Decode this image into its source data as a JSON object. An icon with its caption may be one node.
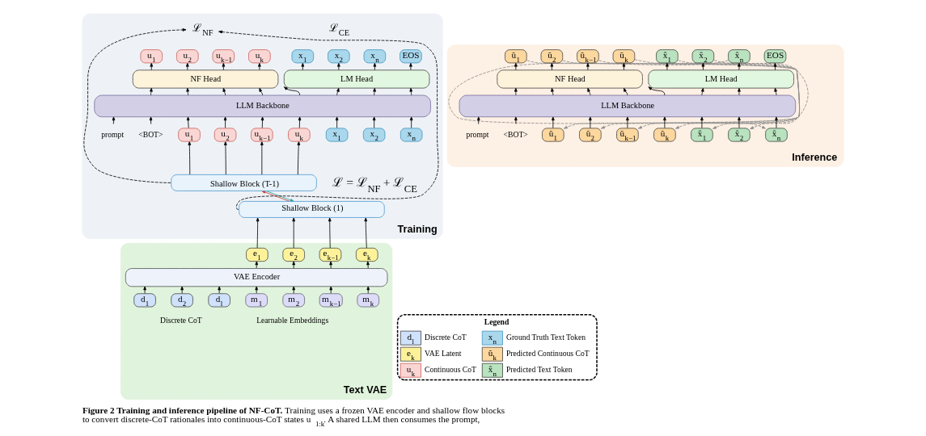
{
  "diagram": {
    "caption": "**Figure 2 Training and inference pipeline of NF-CoT.** Training uses a frozen VAE encoder and shallow flow blocks to convert discrete-CoT rationales into continuous-CoT states u$_{1:k}$. A shared LLM then consumes the prompt,",
    "nodes": [
      {
        "text": [
          "Training"
        ]
      },
      {
        "text": [
          "ℒ$_{NF}$"
        ],
        "in": 0
      },
      {
        "text": [
          "u$_{1}$"
        ],
        "in": 0
      },
      {
        "text": [
          "u$_{2}$"
        ],
        "in": 0
      },
      {
        "text": [
          "u$_{k−1}$"
        ],
        "in": 0
      },
      {
        "text": [
          "u$_{k}$"
        ],
        "in": 0
      },
      {
        "text": [
          "x$_{1}$"
        ],
        "in": 0
      },
      {
        "text": [
          "x$_{2}$"
        ],
        "in": 0
      },
      {
        "text": [
          "x$_{n}$"
        ],
        "in": 0
      },
      {
        "text": [
          "EOS"
        ],
        "in": 0
      },
      {
        "text": [
          "NF Head"
        ],
        "in": 0
      },
      {
        "text": [
          "LM Head"
        ],
        "in": 0
      },
      {
        "text": [
          "LLM Backbone"
        ],
        "in": 0
      },
      {
        "text": [
          "prompt"
        ],
        "in": 0
      },
      {
        "text": [
          "<BOT>"
        ],
        "in": 0
      },
      {
        "text": [
          "u$_{1}$"
        ],
        "in": 0
      },
      {
        "text": [
          "u$_{2}$"
        ],
        "in": 0
      },
      {
        "text": [
          "u$_{k−1}$"
        ],
        "in": 0
      },
      {
        "text": [
          "u$_{k}$"
        ],
        "in": 0
      },
      {
        "text": [
          "x$_{1}$"
        ],
        "in": 0
      },
      {
        "text": [
          "x$_{2}$"
        ],
        "in": 0
      },
      {
        "text": [
          "x$_{n}$"
        ],
        "in": 0
      },
      {
        "text": [
          "Shallow Block (T-1)"
        ],
        "in": 0
      },
      {
        "text": [
          "Shallow Block (1)"
        ],
        "in": 0
      },
      {
        "text": [
          "Inference"
        ]
      },
      {
        "text": [
          "ũ$_{1}$"
        ],
        "in": 24
      },
      {
        "text": [
          "ũ$_{2}$"
        ],
        "in": 24
      },
      {
        "text": [
          "ũ$_{k−1}$"
        ],
        "in": 24
      },
      {
        "text": [
          "ũ$_{k}$"
        ],
        "in": 24
      },
      {
        "text": [
          "x̂$_{1}$"
        ],
        "in": 24
      },
      {
        "text": [
          "x̂$_{2}$"
        ],
        "in": 24
      },
      {
        "text": [
          "x̂$_{n}$"
        ],
        "in": 24
      },
      {
        "text": [
          "EOS"
        ],
        "in": 24
      },
      {
        "text": [
          "NF Head"
        ],
        "in": 24
      },
      {
        "text": [
          "LM Head"
        ],
        "in": 24
      },
      {
        "text": [
          "LLM Backbone"
        ],
        "in": 24
      },
      {
        "text": [
          "prompt"
        ],
        "in": 24
      },
      {
        "text": [
          "<BOT>"
        ],
        "in": 24
      },
      {
        "text": [
          "ũ$_{1}$"
        ],
        "in": 24
      },
      {
        "text": [
          "ũ$_{2}$"
        ],
        "in": 24
      },
      {
        "text": [
          "ũ$_{k−1}$"
        ],
        "in": 24
      },
      {
        "text": [
          "ũ$_{k}$"
        ],
        "in": 24
      },
      {
        "text": [
          "x̂$_{1}$"
        ],
        "in": 24
      },
      {
        "text": [
          "x̂$_{2}$"
        ],
        "in": 24
      },
      {
        "text": [
          "x̂$_{n}$"
        ],
        "in": 24
      },
      {
        "text": [
          "Text VAE"
        ]
      },
      {
        "text": [
          "e$_{1}$"
        ],
        "in": 45
      },
      {
        "text": [
          "e$_{2}$"
        ],
        "in": 45
      },
      {
        "text": [
          "e$_{k−1}$"
        ],
        "in": 45
      },
      {
        "text": [
          "e$_{k}$"
        ],
        "in": 45
      },
      {
        "text": [
          "VAE Encoder"
        ],
        "in": 45
      },
      {
        "text": [
          "d$_{1}$"
        ],
        "in": 45
      },
      {
        "text": [
          "d$_{2}$"
        ],
        "in": 45
      },
      {
        "text": [
          "d$_{l}$"
        ],
        "in": 45
      },
      {
        "text": [
          "m$_{1}$"
        ],
        "in": 45
      },
      {
        "text": [
          "m$_{2}$"
        ],
        "in": 45
      },
      {
        "text": [
          "m$_{k−1}$"
        ],
        "in": 45
      },
      {
        "text": [
          "m$_{k}$"
        ],
        "in": 45
      }
    ],
    "edges": [
      {
        "from": 10,
        "to": 2,
        "arrow": "to"
      },
      {
        "from": 10,
        "to": 3,
        "arrow": "to"
      },
      {
        "from": 10,
        "to": 4,
        "arrow": "to"
      },
      {
        "from": 10,
        "to": 5,
        "arrow": "to"
      },
      {
        "from": 11,
        "to": 6,
        "arrow": "to"
      },
      {
        "from": 11,
        "to": 7,
        "arrow": "to"
      },
      {
        "from": 11,
        "to": 8,
        "arrow": "to"
      },
      {
        "from": 11,
        "to": 9,
        "arrow": "to"
      },
      {
        "from": 12,
        "to": 10,
        "arrow": "to"
      },
      {
        "from": 12,
        "to": 10,
        "arrow": "to"
      },
      {
        "from": 12,
        "to": 10,
        "arrow": "to"
      },
      {
        "from": 12,
        "to": 10,
        "arrow": "to"
      },
      {
        "from": 12,
        "to": 11,
        "arrow": "to"
      },
      {
        "from": 12,
        "to": 11,
        "arrow": "to"
      },
      {
        "from": 12,
        "to": 11,
        "arrow": "to"
      },
      {
        "from": 12,
        "to": 11,
        "arrow": "to"
      },
      {
        "from": 13,
        "to": 12,
        "arrow": "to"
      },
      {
        "from": 14,
        "to": 12,
        "arrow": "to"
      },
      {
        "from": 15,
        "to": 12,
        "arrow": "to"
      },
      {
        "from": 16,
        "to": 12,
        "arrow": "to"
      },
      {
        "from": 17,
        "to": 12,
        "arrow": "to"
      },
      {
        "from": 18,
        "to": 12,
        "arrow": "to"
      },
      {
        "from": 19,
        "to": 12,
        "arrow": "to"
      },
      {
        "from": 20,
        "to": 12,
        "arrow": "to"
      },
      {
        "from": 21,
        "to": 12,
        "arrow": "to"
      },
      {
        "from": 22,
        "to": 15,
        "arrow": "to"
      },
      {
        "from": 22,
        "to": 16,
        "arrow": "to"
      },
      {
        "from": 22,
        "to": 17,
        "arrow": "to"
      },
      {
        "from": 22,
        "to": 18,
        "arrow": "to"
      },
      {
        "from": 23,
        "to": 22,
        "arrow": "to",
        "color": "#c0392b"
      },
      {
        "from": 22,
        "to": 23,
        "arrow": "to",
        "color": "#2a9d9d"
      },
      {
        "from": 22,
        "to": 1,
        "arrow": "to",
        "style": "dashed"
      },
      {
        "from": 23,
        "to": 1,
        "arrow": "to",
        "style": "dashed"
      },
      {
        "from": 33,
        "to": 25,
        "arrow": "to"
      },
      {
        "from": 33,
        "to": 26,
        "arrow": "to"
      },
      {
        "from": 33,
        "to": 27,
        "arrow": "to"
      },
      {
        "from": 33,
        "to": 28,
        "arrow": "to"
      },
      {
        "from": 34,
        "to": 29,
        "arrow": "to"
      },
      {
        "from": 34,
        "to": 30,
        "arrow": "to"
      },
      {
        "from": 34,
        "to": 31,
        "arrow": "to"
      },
      {
        "from": 34,
        "to": 32,
        "arrow": "to"
      },
      {
        "from": 35,
        "to": 33,
        "arrow": "to"
      },
      {
        "from": 35,
        "to": 33,
        "arrow": "to"
      },
      {
        "from": 35,
        "to": 33,
        "arrow": "to"
      },
      {
        "from": 35,
        "to": 33,
        "arrow": "to"
      },
      {
        "from": 35,
        "to": 34,
        "arrow": "to"
      },
      {
        "from": 35,
        "to": 34,
        "arrow": "to"
      },
      {
        "from": 35,
        "to": 34,
        "arrow": "to"
      },
      {
        "from": 35,
        "to": 34,
        "arrow": "to"
      },
      {
        "from": 36,
        "to": 35,
        "arrow": "to"
      },
      {
        "from": 37,
        "to": 35,
        "arrow": "to"
      },
      {
        "from": 38,
        "to": 35,
        "arrow": "to"
      },
      {
        "from": 39,
        "to": 35,
        "arrow": "to"
      },
      {
        "from": 40,
        "to": 35,
        "arrow": "to"
      },
      {
        "from": 41,
        "to": 35,
        "arrow": "to"
      },
      {
        "from": 42,
        "to": 35,
        "arrow": "to"
      },
      {
        "from": 43,
        "to": 35,
        "arrow": "to"
      },
      {
        "from": 44,
        "to": 35,
        "arrow": "to"
      },
      {
        "from": 25,
        "to": 38,
        "arrow": "to",
        "style": "dashed",
        "color": "#8c8c8c"
      },
      {
        "from": 26,
        "to": 39,
        "arrow": "to",
        "style": "dashed",
        "color": "#8c8c8c"
      },
      {
        "from": 27,
        "to": 40,
        "arrow": "to",
        "style": "dashed",
        "color": "#8c8c8c"
      },
      {
        "from": 28,
        "to": 41,
        "arrow": "to",
        "style": "dashed",
        "color": "#8c8c8c"
      },
      {
        "from": 29,
        "to": 42,
        "arrow": "to",
        "style": "dashed",
        "color": "#8c8c8c"
      },
      {
        "from": 30,
        "to": 43,
        "arrow": "to",
        "style": "dashed",
        "color": "#8c8c8c"
      },
      {
        "from": 31,
        "to": 44,
        "arrow": "to",
        "style": "dashed",
        "color": "#8c8c8c"
      },
      {
        "from": 50,
        "to": 46,
        "arrow": "to"
      },
      {
        "from": 50,
        "to": 47,
        "arrow": "to"
      },
      {
        "from": 50,
        "to": 48,
        "arrow": "to"
      },
      {
        "from": 50,
        "to": 49,
        "arrow": "to"
      },
      {
        "from": 51,
        "to": 50,
        "arrow": "to"
      },
      {
        "from": 52,
        "to": 50,
        "arrow": "to"
      },
      {
        "from": 53,
        "to": 50,
        "arrow": "to"
      },
      {
        "from": 54,
        "to": 50,
        "arrow": "to"
      },
      {
        "from": 55,
        "to": 50,
        "arrow": "to"
      },
      {
        "from": 56,
        "to": 50,
        "arrow": "to"
      },
      {
        "from": 57,
        "to": 50,
        "arrow": "to"
      },
      {
        "from": 46,
        "to": 23,
        "arrow": "to"
      },
      {
        "from": 47,
        "to": 23,
        "arrow": "to"
      },
      {
        "from": 48,
        "to": 23,
        "arrow": "to"
      },
      {
        "from": 49,
        "to": 23,
        "arrow": "to"
      }
    ],
    "labels": [
      "ℒ$_{CE}$",
      "ℒ = ℒ$_{NF}$ + ℒ$_{CE}$",
      "Discrete CoT",
      "Learnable Embeddings",
      "Legend",
      "d$_{l}$",
      "x$_{n}$",
      "e$_{k}$",
      "ũ$_{k}$",
      "u$_{k}$",
      "x̂$_{n}$"
    ],
    "legend": [
      {
        "text": "Discrete CoT",
        "color": "#cfe1fb"
      },
      {
        "text": "Ground Truth Text Token",
        "color": "#a9d7ec"
      },
      {
        "text": "VAE Latent",
        "color": "#fdf29a"
      },
      {
        "text": "Predicted Continuous CoT",
        "color": "#fcd79e"
      },
      {
        "text": "Continuous CoT",
        "color": "#f9d6d4"
      },
      {
        "text": "Predicted Text Token",
        "color": "#b9e2bf"
      }
    ]
  }
}
